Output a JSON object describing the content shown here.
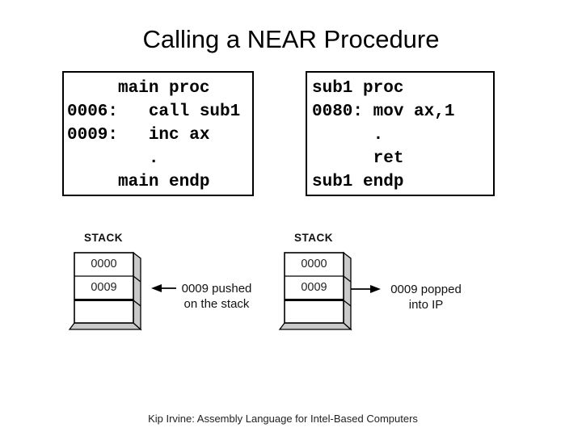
{
  "title": "Calling a NEAR Procedure",
  "code_boxes": {
    "main": {
      "lines": [
        "     main proc",
        "0006:   call sub1",
        "0009:   inc ax",
        "        .",
        "     main endp"
      ]
    },
    "sub1": {
      "lines": [
        "sub1 proc",
        "0080: mov ax,1",
        "      .",
        "      ret",
        "sub1 endp"
      ]
    }
  },
  "stacks": {
    "left": {
      "label": "STACK",
      "cells": [
        "0000",
        "0009",
        ""
      ],
      "caption_line1": "0009 pushed",
      "caption_line2": "on the stack",
      "arrow_direction": "left"
    },
    "right": {
      "label": "STACK",
      "cells": [
        "0000",
        "0009",
        ""
      ],
      "caption_line1": "0009 popped",
      "caption_line2": "into IP",
      "arrow_direction": "right"
    }
  },
  "footer": "Kip Irvine: Assembly Language for Intel-Based Computers",
  "colors": {
    "background": "#ffffff",
    "text": "#000000",
    "box_side_gray": "#c9c9c9",
    "border": "#000000"
  }
}
